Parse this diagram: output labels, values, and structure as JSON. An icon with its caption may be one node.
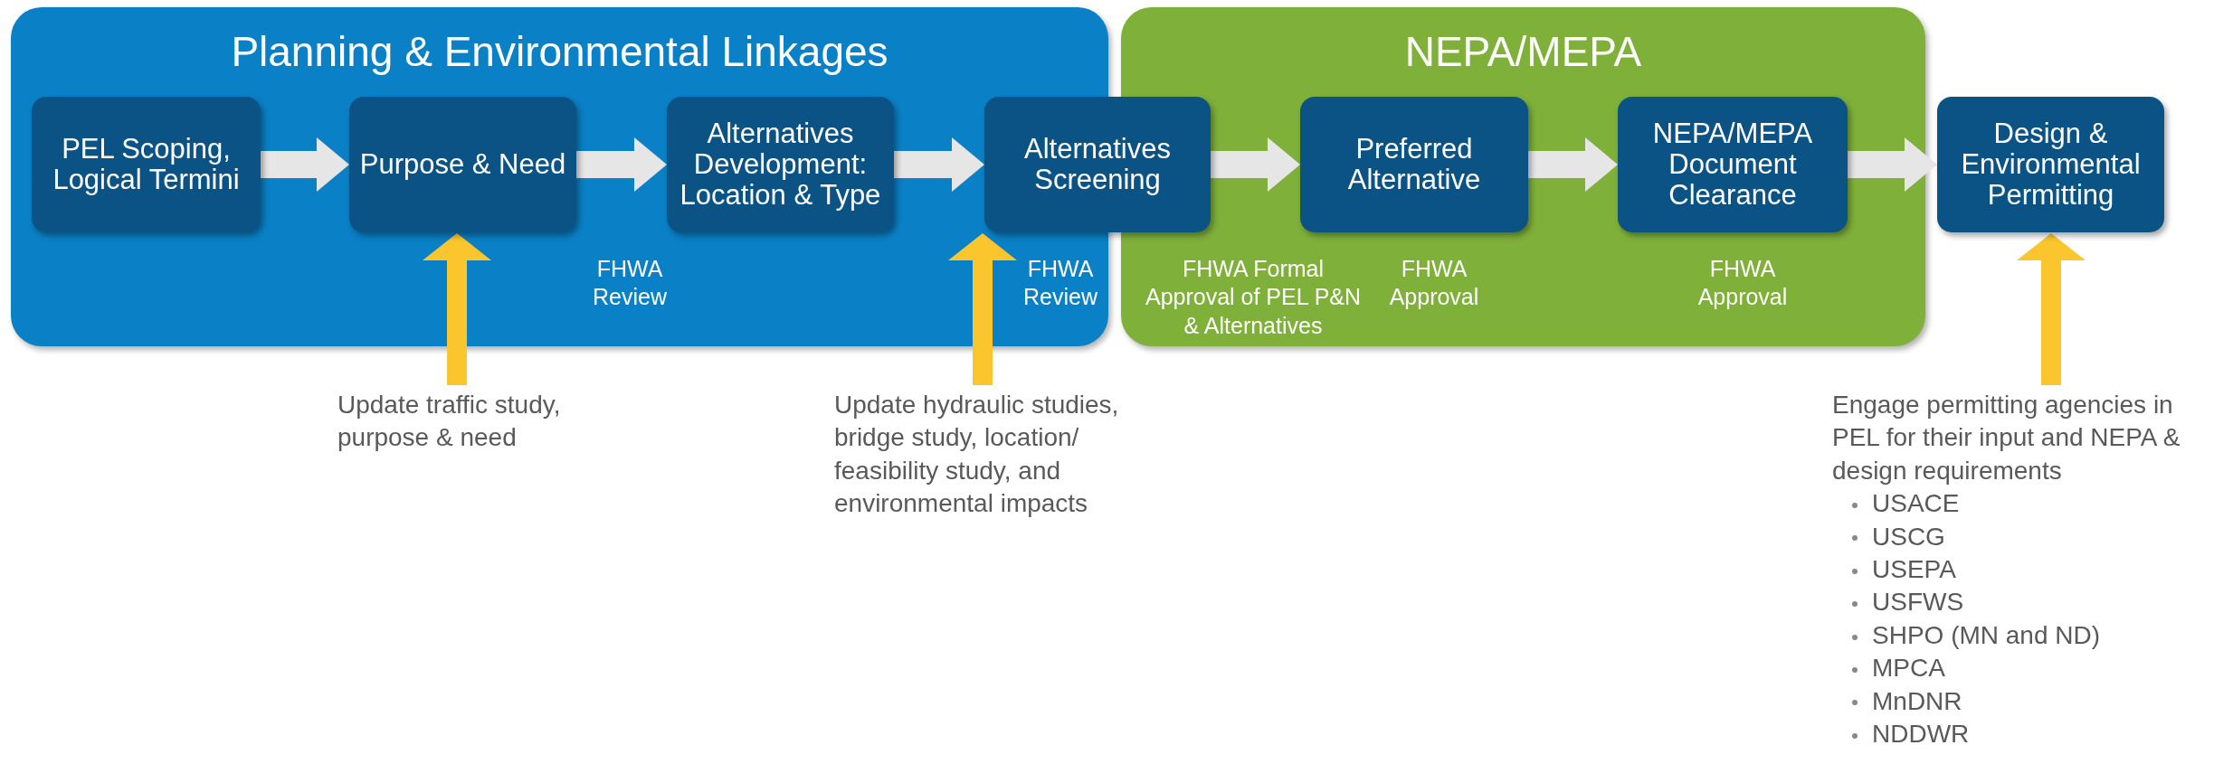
{
  "diagram": {
    "nodes": [
      {
        "text": [
          "Planning & Environmental Linkages"
        ]
      },
      {
        "text": [
          "NEPA/MEPA"
        ]
      },
      {
        "text": [
          "PEL Scoping, Logical Termini"
        ],
        "in": 0
      },
      {
        "text": [
          "Purpose & Need"
        ],
        "in": 0
      },
      {
        "text": [
          "Alternatives Development: Location & Type"
        ],
        "in": 0
      },
      {
        "text": [
          "Alternatives Screening"
        ]
      },
      {
        "text": [
          "Preferred Alternative"
        ],
        "in": 1
      },
      {
        "text": [
          "NEPA/MEPA Document Clearance"
        ],
        "in": 1
      },
      {
        "text": [
          "Design & Environmental Permitting"
        ]
      },
      {
        "text": [
          "Update traffic study, purpose & need"
        ]
      },
      {
        "text": [
          "Update hydraulic studies, bridge study, location/ feasibility study, and environmental impacts"
        ]
      },
      {
        "text": [
          "Engage permitting agencies in PEL for their input and NEPA & design requirements",
          "USACE",
          "USCG",
          "USEPA",
          "USFWS",
          "SHPO (MN and ND)",
          "MPCA",
          "MnDNR",
          "NDDWR"
        ]
      }
    ],
    "edges": [
      {
        "from": 2,
        "to": 3,
        "arrow": "to"
      },
      {
        "from": 3,
        "to": 4,
        "arrow": "to"
      },
      {
        "from": 4,
        "to": 5,
        "arrow": "to"
      },
      {
        "from": 5,
        "to": 6,
        "arrow": "to"
      },
      {
        "from": 6,
        "to": 7,
        "arrow": "to"
      },
      {
        "from": 7,
        "to": 8,
        "arrow": "to"
      },
      {
        "from": 9,
        "to": 3,
        "arrow": "to",
        "color": "#fbc52d"
      },
      {
        "from": 10,
        "to": 5,
        "arrow": "to",
        "color": "#fbc52d"
      },
      {
        "from": 11,
        "to": 8,
        "arrow": "to",
        "color": "#fbc52d"
      }
    ],
    "labels": [
      "FHWA Review",
      "FHWA Review",
      "FHWA Formal Approval of PEL P&N & Alternatives",
      "FHWA Approval",
      "FHWA Approval"
    ]
  }
}
